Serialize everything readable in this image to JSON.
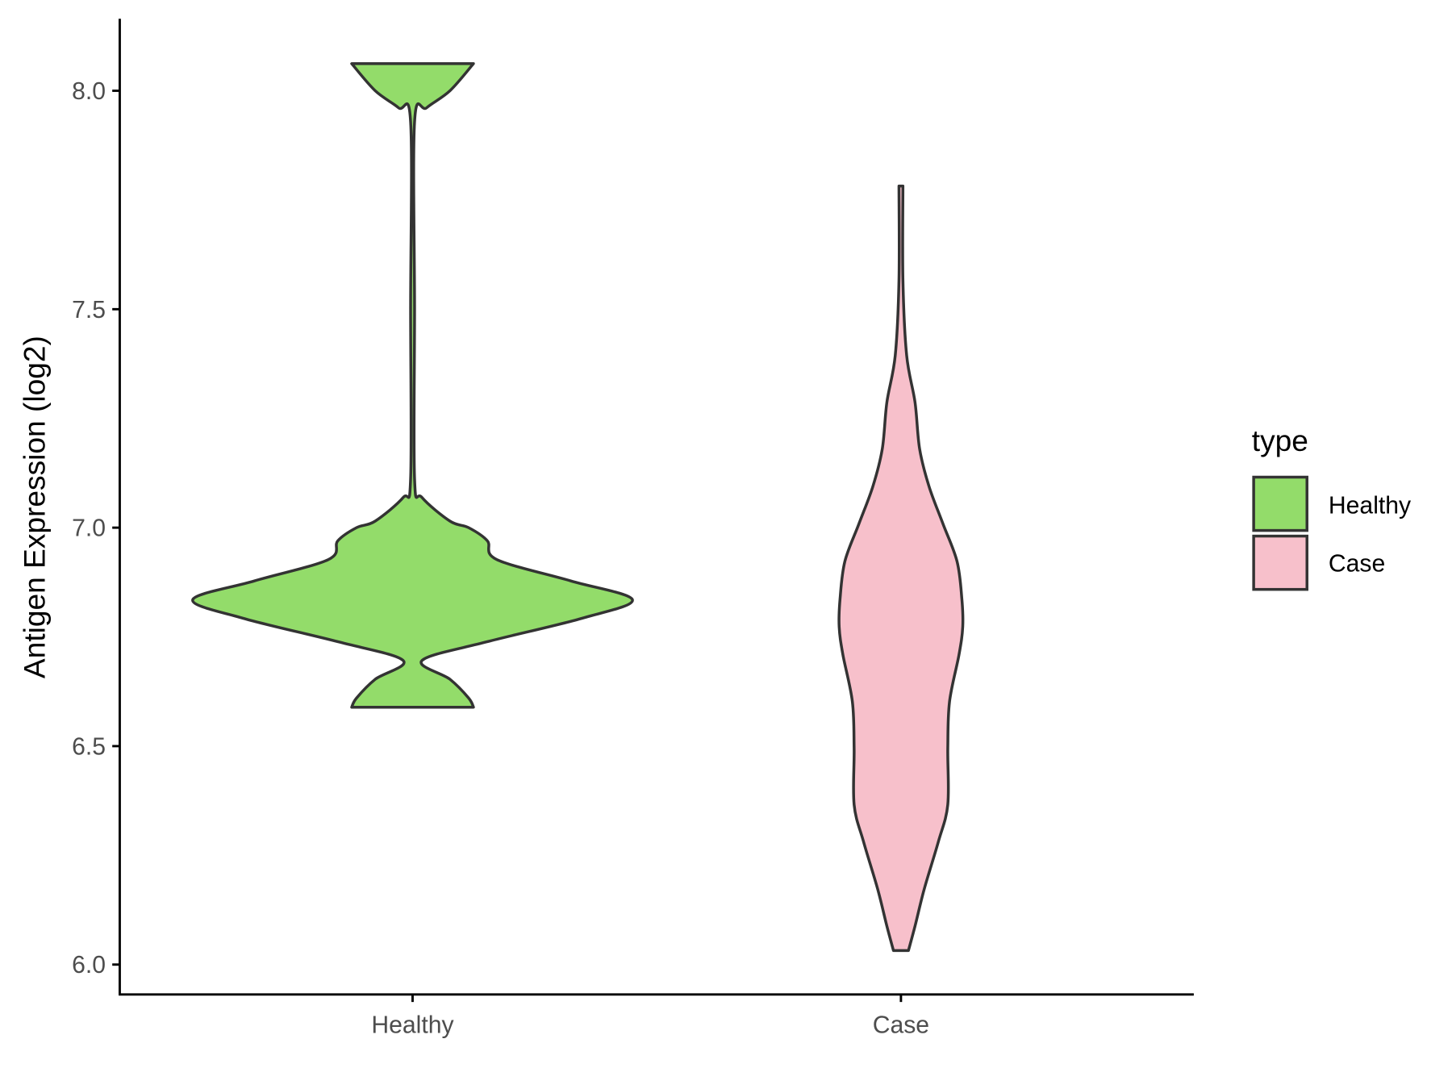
{
  "chart_data": {
    "type": "violin",
    "title": "",
    "xlabel": "",
    "ylabel": "Antigen Expression (log2)",
    "categories": [
      "Healthy",
      "Case"
    ],
    "ylim": [
      5.93,
      8.16
    ],
    "yticks": [
      6.0,
      6.5,
      7.0,
      7.5,
      8.0
    ],
    "ytick_labels": [
      "6.0",
      "6.5",
      "7.0",
      "7.5",
      "8.0"
    ],
    "grid": false,
    "legend": {
      "title": "type",
      "position": "right",
      "entries": [
        "Healthy",
        "Case"
      ]
    },
    "series": [
      {
        "name": "Healthy",
        "color": "#93DC6A",
        "profile": [
          [
            8.062,
            0.277
          ],
          [
            8.0,
            0.17
          ],
          [
            7.961,
            0.064
          ],
          [
            7.929,
            0.009
          ],
          [
            7.5,
            0.009
          ],
          [
            7.111,
            0.009
          ],
          [
            7.069,
            0.043
          ],
          [
            7.015,
            0.17
          ],
          [
            7.0,
            0.255
          ],
          [
            6.97,
            0.34
          ],
          [
            6.927,
            0.383
          ],
          [
            6.878,
            0.72
          ],
          [
            6.835,
            1.0
          ],
          [
            6.792,
            0.766
          ],
          [
            6.739,
            0.34
          ],
          [
            6.696,
            0.043
          ],
          [
            6.653,
            0.17
          ],
          [
            6.61,
            0.255
          ],
          [
            6.589,
            0.277
          ]
        ]
      },
      {
        "name": "Case",
        "color": "#F7C0CB",
        "profile": [
          [
            7.782,
            0.009
          ],
          [
            7.566,
            0.009
          ],
          [
            7.394,
            0.026
          ],
          [
            7.287,
            0.064
          ],
          [
            7.18,
            0.085
          ],
          [
            7.094,
            0.128
          ],
          [
            7.009,
            0.191
          ],
          [
            6.923,
            0.255
          ],
          [
            6.837,
            0.277
          ],
          [
            6.773,
            0.281
          ],
          [
            6.709,
            0.264
          ],
          [
            6.602,
            0.221
          ],
          [
            6.495,
            0.213
          ],
          [
            6.366,
            0.213
          ],
          [
            6.281,
            0.17
          ],
          [
            6.173,
            0.106
          ],
          [
            6.088,
            0.064
          ],
          [
            6.032,
            0.034
          ]
        ]
      }
    ]
  }
}
